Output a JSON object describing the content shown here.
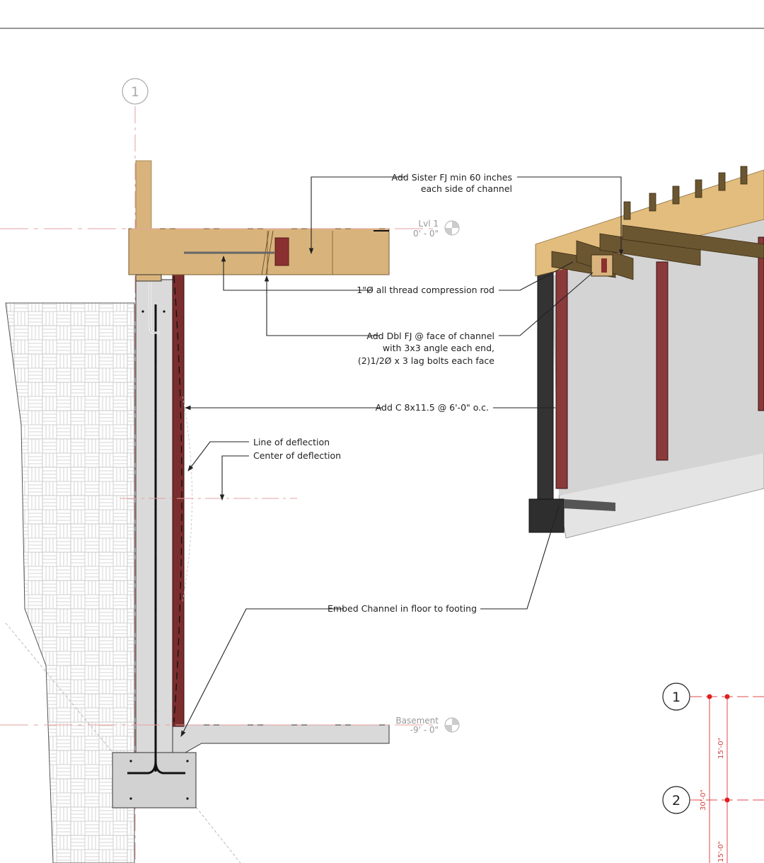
{
  "grid_heads": {
    "detail": "1",
    "plan_1": "1",
    "plan_2": "2"
  },
  "levels": {
    "lvl1": {
      "name": "Lvl 1",
      "elevation": "0' - 0\""
    },
    "basement": {
      "name": "Basement",
      "elevation": "-9' - 0\""
    }
  },
  "notes": {
    "sister_fj": [
      "Add Sister FJ min 60 inches",
      "each side of channel"
    ],
    "compression_rod": "1\"Ø all thread compression rod",
    "dbl_fj": [
      "Add Dbl FJ @ face of channel",
      "with 3x3 angle each end,",
      "(2)1/2Ø x 3 lag bolts each face"
    ],
    "channel": "Add C 8x11.5 @ 6'-0\" o.c.",
    "deflection_line": "Line of deflection",
    "deflection_center": "Center of deflection",
    "embed": "Embed Channel in floor to footing"
  },
  "plan_dims": {
    "total": "30'-0\"",
    "upper": "15'-0\"",
    "lower": "15'-0\""
  },
  "colors": {
    "wood": "#d8b47c",
    "steel": "#7b2d2d",
    "concrete": "#d9d9d9",
    "gridline": "#e04848"
  }
}
